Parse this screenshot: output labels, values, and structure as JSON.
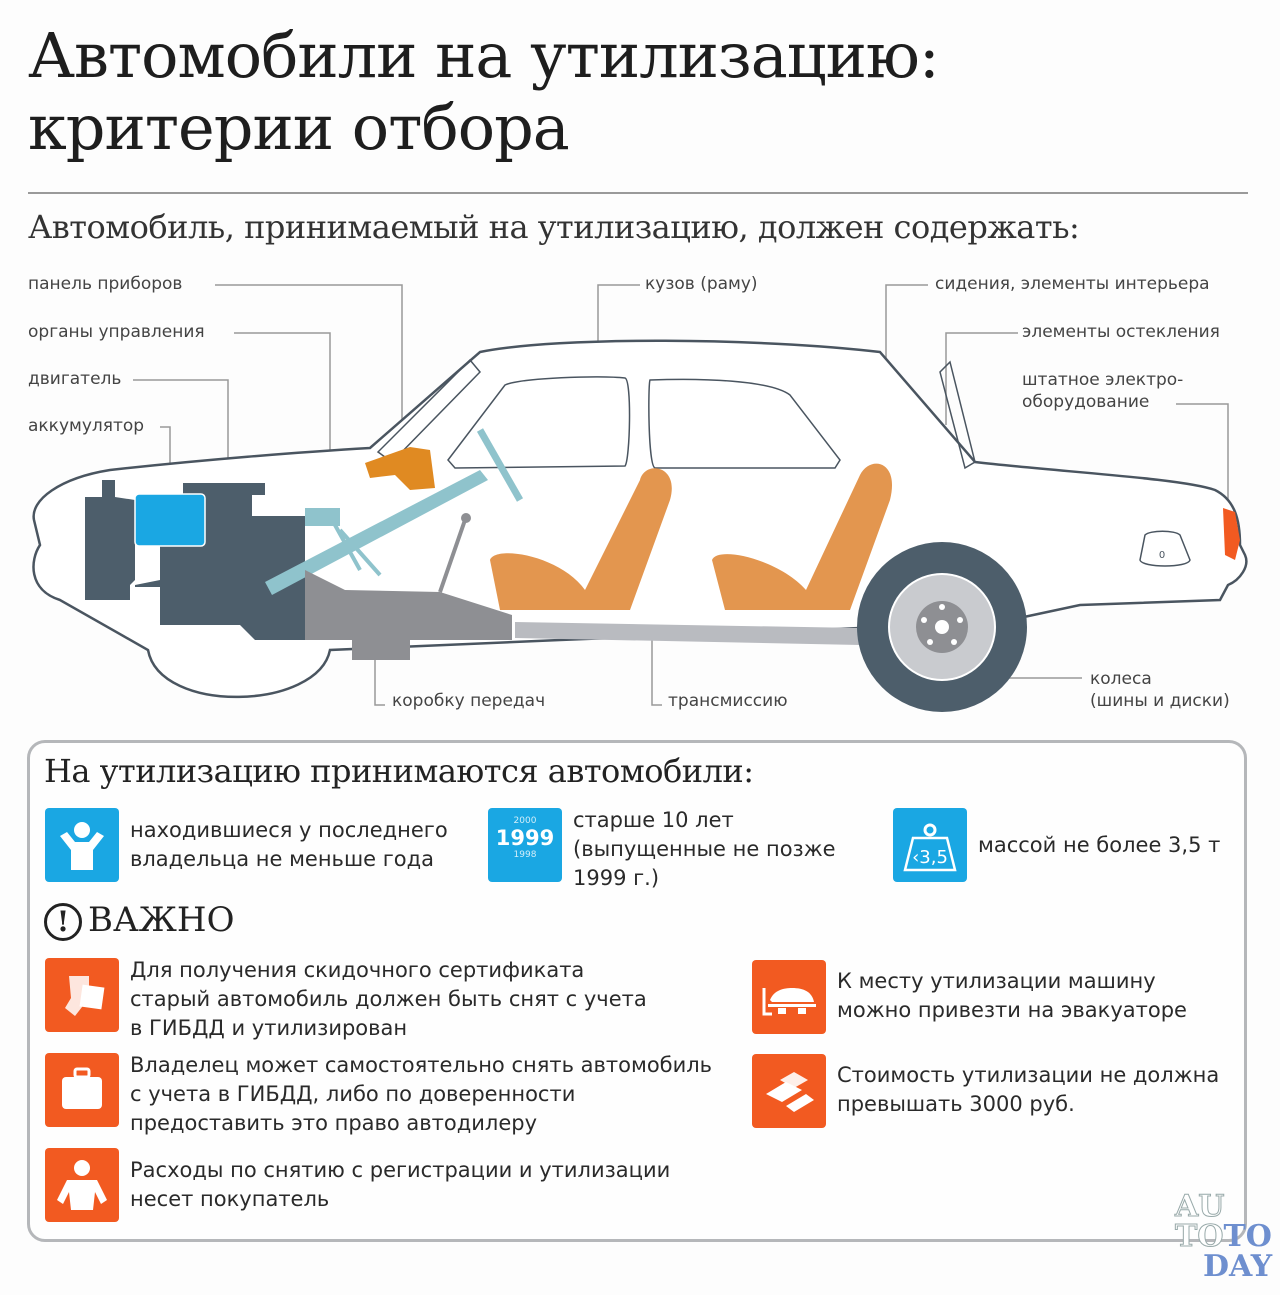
{
  "header": {
    "title_line1": "Автомобили на утилизацию:",
    "title_line2": "критерии отбора",
    "subtitle": "Автомобиль, принимаемый на утилизацию, должен содержать:"
  },
  "diagram": {
    "labels": {
      "dashboard": "панель приборов",
      "controls": "органы управления",
      "engine": "двигатель",
      "battery": "аккумулятор",
      "body": "кузов (раму)",
      "seats": "сидения, элементы интерьера",
      "glazing": "элементы остекления",
      "electrical_line1": "штатное электро-",
      "electrical_line2": "оборудование",
      "gearbox": "коробку передач",
      "transmission": "трансмиссию",
      "wheels_line1": "колеса",
      "wheels_line2": "(шины и диски)"
    },
    "fuel_cap_label": "0",
    "colors": {
      "engine": "#4d5e6b",
      "battery": "#1aa7e3",
      "steering": "#8fc3cc",
      "seats": "#e3964f",
      "dashboard": "#e08a22",
      "gearbox": "#8e8f93",
      "driveshaft": "#b9bbc0",
      "tail_light": "#f25a21",
      "outline": "#4a5560"
    }
  },
  "accepted": {
    "title": "На утилизацию принимаются автомобили:",
    "items": [
      {
        "icon": "person-arms-up-icon",
        "line1": "находившиеся у последнего",
        "line2": "владельца не меньше года"
      },
      {
        "icon": "calendar-year-icon",
        "year_top": "2000",
        "year_main": "1999",
        "year_bottom": "1998",
        "line1": "старше 10 лет",
        "line2": "(выпущенные не позже",
        "line3": "1999 г.)"
      },
      {
        "icon": "weight-icon",
        "weight_label": "‹3,5",
        "line1": "массой не более 3,5 т"
      }
    ]
  },
  "important": {
    "title": "ВАЖНО",
    "mark": "!",
    "items": [
      {
        "icon": "documents-icon",
        "lines": [
          "Для получения скидочного сертификата",
          "старый автомобиль должен быть снят с учета",
          "в ГИБДД и утилизирован"
        ]
      },
      {
        "icon": "briefcase-icon",
        "lines": [
          "Владелец может самостоятельно снять автомобиль",
          "с учета в ГИБДД, либо по доверенности",
          "предоставить это право автодилеру"
        ]
      },
      {
        "icon": "person-icon",
        "lines": [
          "Расходы по снятию с регистрации и утилизации",
          "несет покупатель"
        ]
      },
      {
        "icon": "tow-truck-icon",
        "lines": [
          "К месту утилизации машину",
          "можно привезти на эвакуаторе"
        ]
      },
      {
        "icon": "money-bars-icon",
        "lines": [
          "Стоимость утилизации не должна",
          "превышать 3000 руб."
        ]
      }
    ]
  },
  "watermark": {
    "line1": "AU",
    "line2a": "TO",
    "line2b": "TO",
    "line3": "DAY"
  },
  "colors": {
    "blue": "#1aa7e3",
    "orange": "#f25a21",
    "border": "#b5b7ba"
  }
}
